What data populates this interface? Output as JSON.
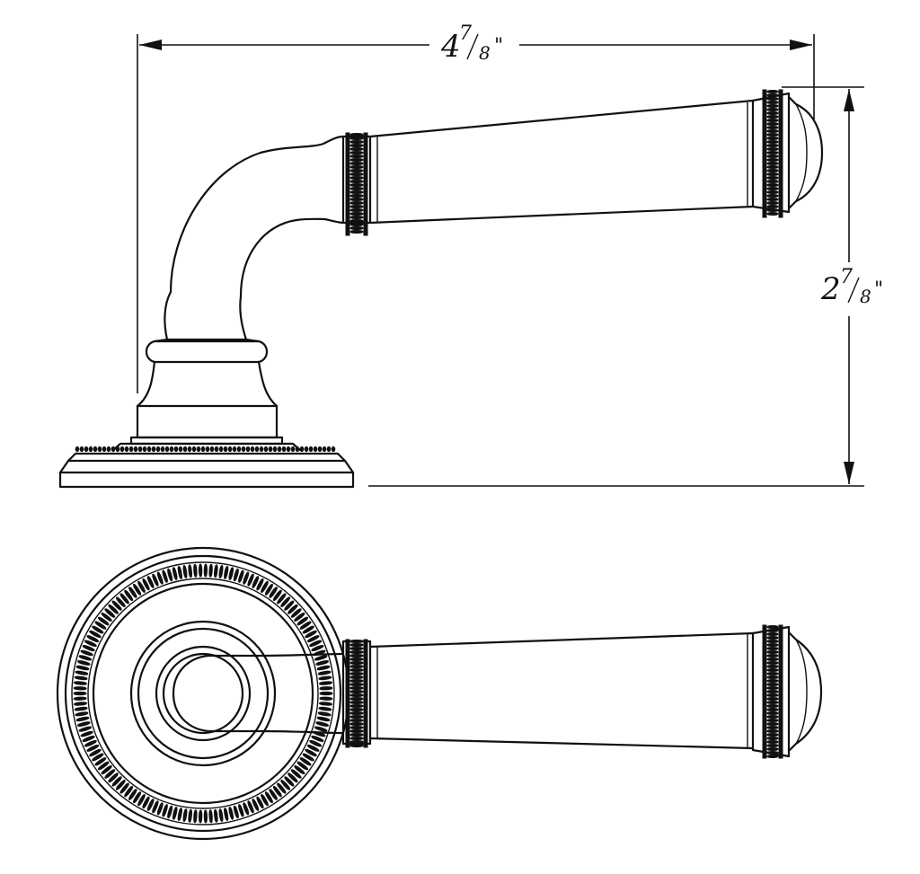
{
  "dimensions": {
    "width": {
      "whole": "4",
      "numerator": "7",
      "denominator": "8",
      "unit": "\""
    },
    "height": {
      "whole": "2",
      "numerator": "7",
      "denominator": "8",
      "unit": "\""
    }
  },
  "colors": {
    "line": "#111111",
    "background": "#ffffff"
  }
}
